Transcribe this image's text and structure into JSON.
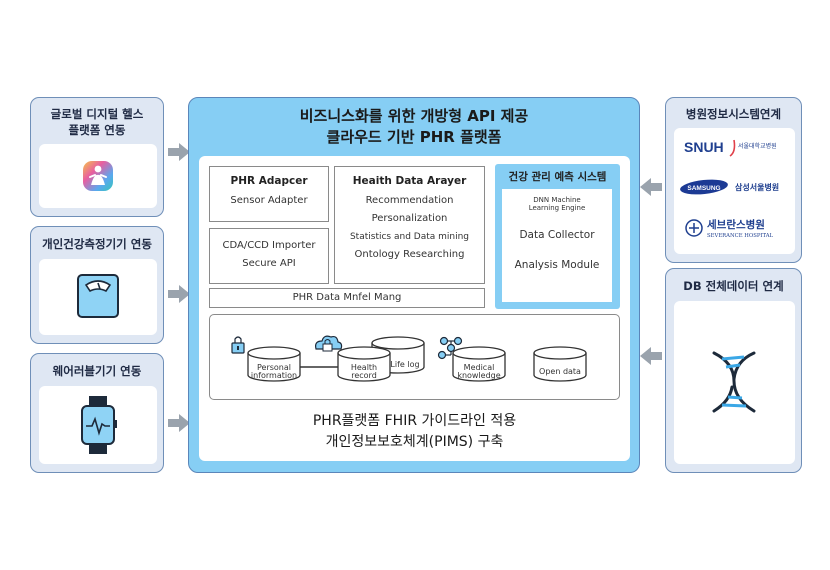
{
  "left_panels": [
    {
      "title": "글로벌 디지털 헬스\n플랫폼 연동",
      "icon": "health-app-icon"
    },
    {
      "title": "개인건강측정기기 연동",
      "icon": "scale-icon"
    },
    {
      "title": "웨어러블기기 연동",
      "icon": "smartwatch-icon"
    }
  ],
  "right_panels": {
    "hospital": {
      "title": "병원정보시스템연계",
      "logos": {
        "snuh": "SNUH",
        "snuh_sub": "서울대학교병원",
        "samsung": "SAMSUNG",
        "samsung_sub": "삼성서울병원",
        "severance": "세브란스병원",
        "severance_sub": "SEVERANCE HOSPITAL"
      }
    },
    "db": {
      "title": "DB 전체데이터 연계",
      "icon": "dna-icon"
    }
  },
  "main": {
    "title_line1": "비즈니스화를 위한 개방형 API 제공",
    "title_line2": "클라우드 기반 PHR 플랫폼",
    "adapter": {
      "title": "PHR Adapcer",
      "line1": "Sensor Adapter"
    },
    "import": {
      "line1": "CDA/CCD Importer",
      "line2": "Secure API"
    },
    "data_array": {
      "title": "Heaith Data Arayer",
      "line1": "Recommendation",
      "line2": "Personalization",
      "line3": "Statistics and Data mining",
      "line4": "Ontology Researching"
    },
    "analysis": {
      "title": "건강 관리 예측 시스템",
      "engine": "DNN Machine\nLearning Engine",
      "collector": "Data Collector",
      "module": "Analysis Module"
    },
    "mang_bar": "PHR Data Mnfel Mang",
    "stores": {
      "personal": [
        "Personal",
        "information"
      ],
      "health": [
        "Health",
        "record"
      ],
      "lifelog": "Life log",
      "medical": [
        "Medical",
        "knowledge"
      ],
      "open": "Open data"
    },
    "bottom_line1": "PHR플랫폼 FHIR 가이드라인 적용",
    "bottom_line2": "개인정보보호체계(PIMS) 구축"
  },
  "colors": {
    "panel_bg": "#dfe7f3",
    "panel_border": "#6f8fb8",
    "main_bg": "#86cef4",
    "arrow": "#9aa3ad"
  }
}
